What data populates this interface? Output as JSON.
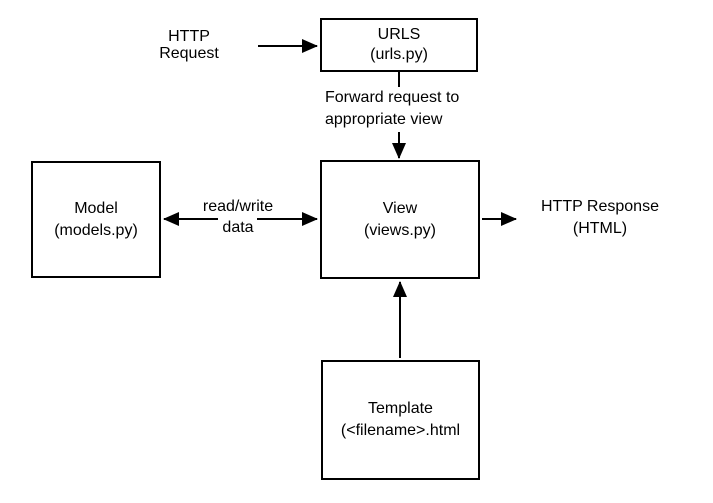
{
  "colors": {
    "background": "#ffffff",
    "stroke": "#000000",
    "text": "#000000"
  },
  "nodes": {
    "urls": {
      "title": "URLS",
      "subtitle": "(urls.py)"
    },
    "model": {
      "title": "Model",
      "subtitle": "(models.py)"
    },
    "view": {
      "title": "View",
      "subtitle": "(views.py)"
    },
    "template": {
      "title": "Template",
      "subtitle": "(<filename>.html"
    }
  },
  "labels": {
    "http_request": {
      "line1": "HTTP",
      "line2": "Request"
    },
    "forward_request": {
      "line1": "Forward request to",
      "line2": "appropriate view"
    },
    "read_write": {
      "line1": "read/write",
      "line2": "data"
    },
    "http_response": {
      "line1": "HTTP Response",
      "line2": "(HTML)"
    }
  },
  "edges": [
    {
      "from": "HTTP Request",
      "to": "URLS (urls.py)",
      "label": "",
      "bidirectional": false
    },
    {
      "from": "URLS (urls.py)",
      "to": "View (views.py)",
      "label": "Forward request to appropriate view",
      "bidirectional": false
    },
    {
      "from": "View (views.py)",
      "to": "Model (models.py)",
      "label": "read/write data",
      "bidirectional": true
    },
    {
      "from": "View (views.py)",
      "to": "HTTP Response (HTML)",
      "label": "",
      "bidirectional": false
    },
    {
      "from": "Template (<filename>.html",
      "to": "View (views.py)",
      "label": "",
      "bidirectional": false
    }
  ]
}
